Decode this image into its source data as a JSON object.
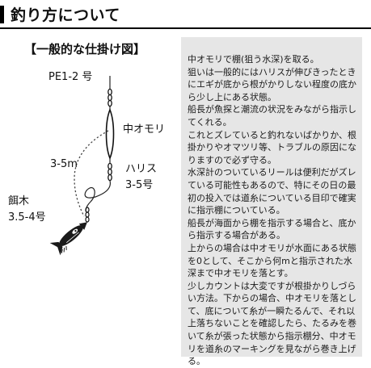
{
  "page": {
    "title": "釣り方について"
  },
  "diagram": {
    "heading": "【一般的な仕掛け図】",
    "labels": {
      "line": "PE1-2 号",
      "sinker": "中オモリ",
      "depth": "3-5m",
      "leader": "ハリス",
      "leader_size": "3-5号",
      "egi": "餌木",
      "egi_size": "3.5-4号"
    }
  },
  "info": {
    "paragraphs": [
      "中オモリで棚(狙う水深)を取る。",
      "狙いは一般的にはハリスが伸びきったときにエギが底から根がかりしない程度の底から少し上にある状態。",
      "船長が魚探と潮流の状況をみながら指示してくれる。",
      "これとズレていると釣れないばかりか、根掛かりやオマツリ等、トラブルの原因になりますので必ず守る。",
      "水深計のついているリールは便利だがズレている可能性もあるので、特にその日の最初の投入では道糸についている目印で確実に指示棚についている。",
      "船長が海面から棚を指示する場合と、底から指示する場合がある。",
      "上からの場合は中オモリが水面にある状態を0として、そこから何mと指示された水深まで中オモリを落とす。",
      "少しカウントは大変ですが根掛かりしづらい方法。下からの場合、中オモリを落として、底について糸が一瞬たるんで、それ以上落ちないことを確認したら、たるみを巻いて糸が張った状態から指示棚分、中オモリを道糸のマーキングを見ながら巻き上げる。"
    ]
  }
}
